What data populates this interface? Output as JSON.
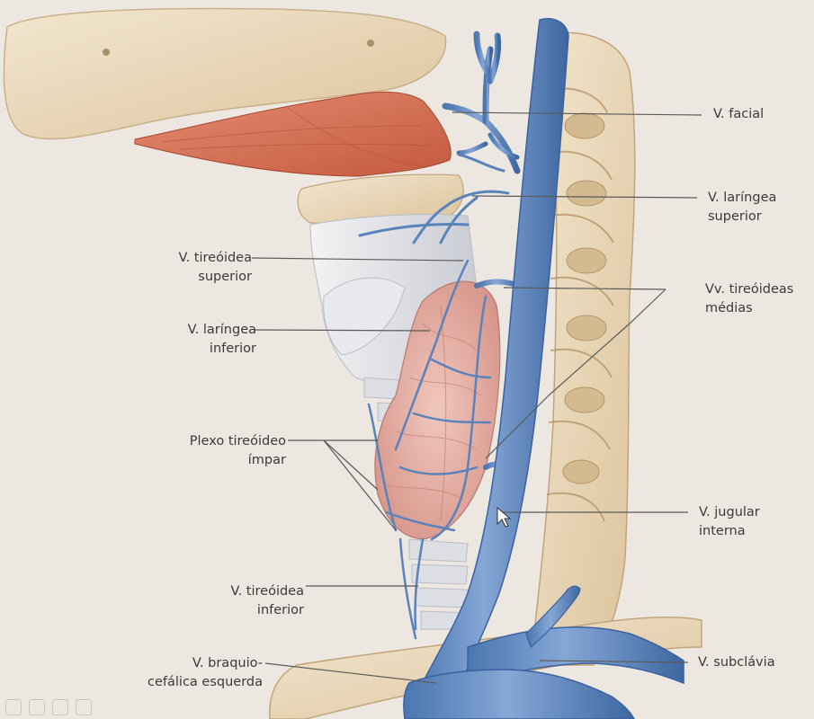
{
  "labels": {
    "v_facial": [
      "V. facial"
    ],
    "v_laringea_superior": [
      "V. laríngea",
      "superior"
    ],
    "vv_tireoideas_medias": [
      "Vv. tireóideas",
      "médias"
    ],
    "v_jugular_interna": [
      "V. jugular",
      "interna"
    ],
    "v_subclavia": [
      "V. subclávia"
    ],
    "v_tireoidea_superior": [
      "V. tireóidea",
      "superior"
    ],
    "v_laringea_inferior": [
      "V. laríngea",
      "inferior"
    ],
    "plexo_tireoideo_impar": [
      "Plexo tireóideo",
      "ímpar"
    ],
    "v_tireoidea_inferior": [
      "V. tireóidea",
      "inferior"
    ],
    "v_braquiocefalica_esquerda": [
      "V. braquio-",
      "cefálica esquerda"
    ]
  },
  "colors": {
    "background": "#ece7e0",
    "vein": "#6f93c6",
    "vein_dark": "#3f6aa6",
    "bone": "#ecdcc0",
    "muscle": "#d9765a",
    "thyroid": "#e7b3a8",
    "cartilage": "#dfe1e6",
    "leader_line": "#5a5a5a",
    "text": "#3a3a3a"
  }
}
